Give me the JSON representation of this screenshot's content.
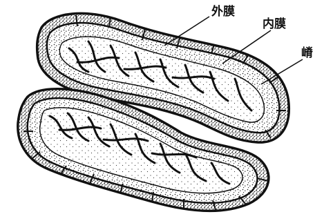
{
  "labels": {
    "outer_membrane": "外膜",
    "inner_membrane": "内膜",
    "crista": "嵴"
  },
  "colors": {
    "ink": "#111111",
    "paper": "#ffffff"
  }
}
